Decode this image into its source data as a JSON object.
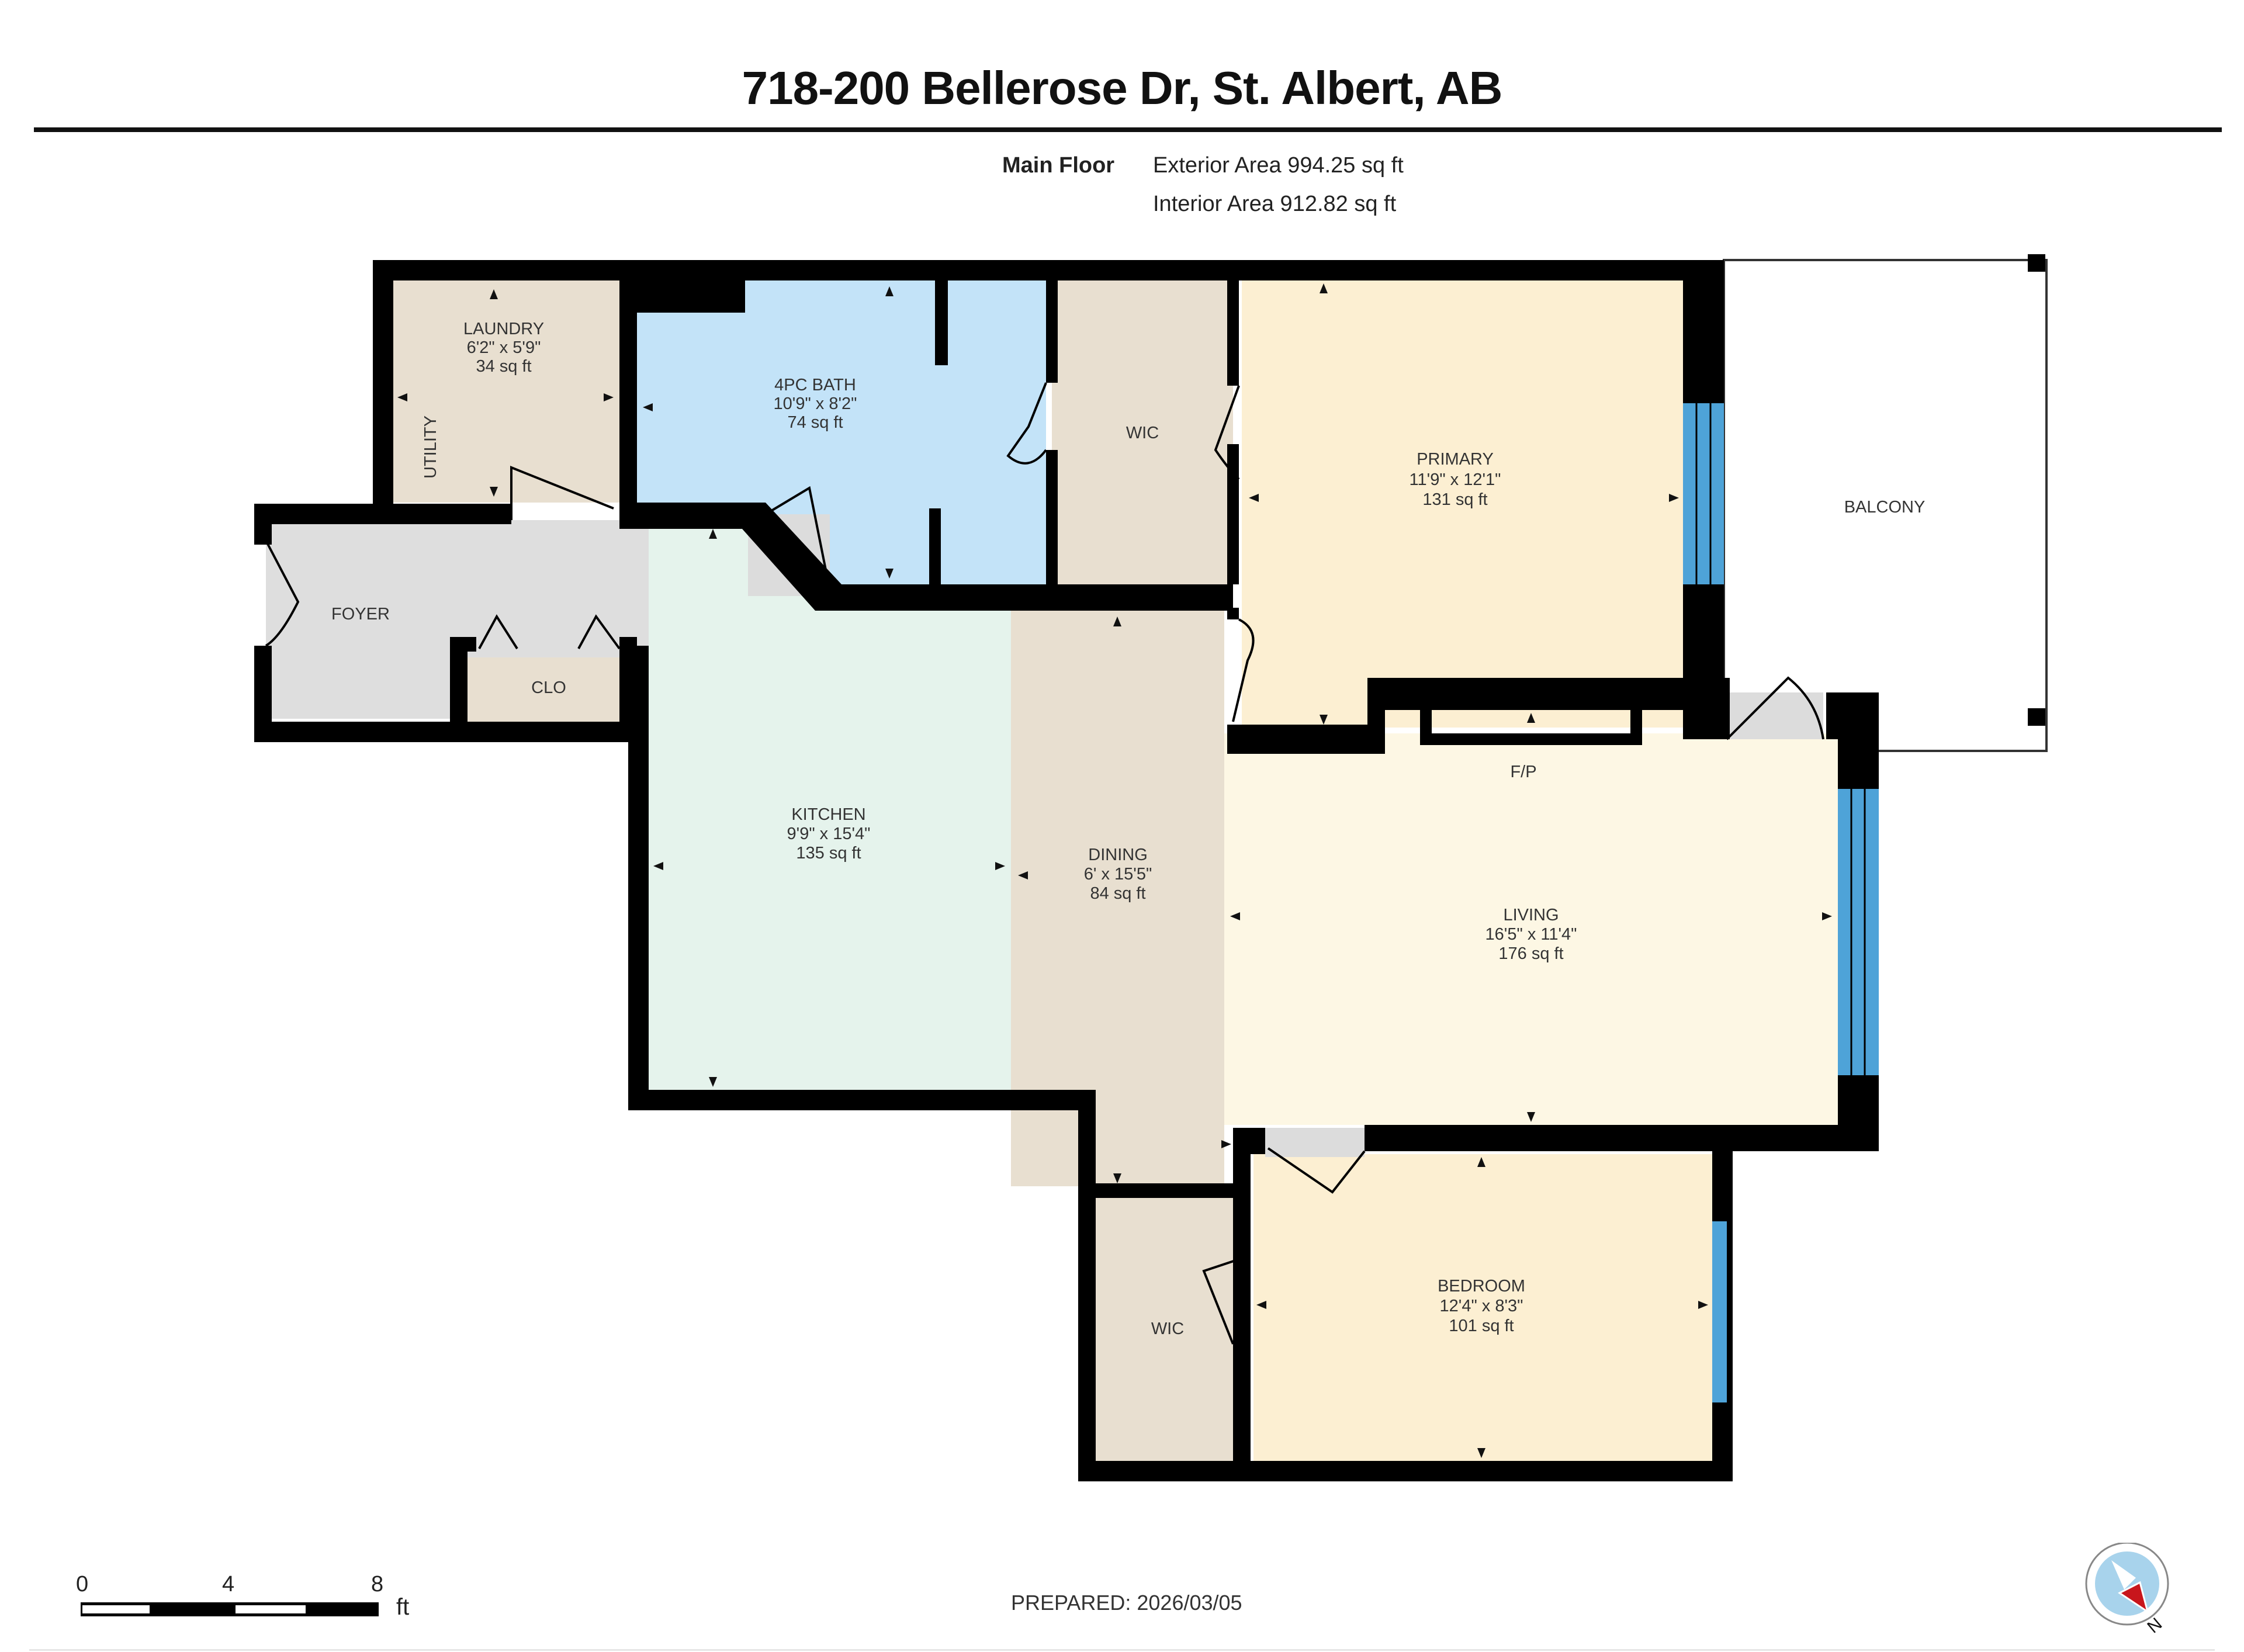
{
  "header": {
    "title": "718-200 Bellerose Dr, St. Albert, AB",
    "floor_label": "Main Floor",
    "exterior_area": "Exterior Area 994.25 sq ft",
    "interior_area": "Interior Area 912.82 sq ft"
  },
  "rooms": {
    "laundry": {
      "name": "LAUNDRY",
      "dims": "6'2\" x 5'9\"",
      "area": "34 sq ft",
      "color": "#e8dfd0"
    },
    "utility": {
      "name": "UTILITY"
    },
    "bath": {
      "name": "4PC BATH",
      "dims": "10'9\" x 8'2\"",
      "area": "74 sq ft",
      "color": "#c3e3f8"
    },
    "wic_primary": {
      "name": "WIC",
      "color": "#e8dfd0"
    },
    "primary": {
      "name": "PRIMARY",
      "dims": "11'9\" x 12'1\"",
      "area": "131 sq ft",
      "color": "#fcefd2"
    },
    "balcony": {
      "name": "BALCONY"
    },
    "foyer": {
      "name": "FOYER",
      "color": "#dedede"
    },
    "closet": {
      "name": "CLO",
      "color": "#e8dfd0"
    },
    "kitchen": {
      "name": "KITCHEN",
      "dims": "9'9\" x 15'4\"",
      "area": "135 sq ft",
      "color": "#e5f3ec"
    },
    "dining": {
      "name": "DINING",
      "dims": "6' x 15'5\"",
      "area": "84 sq ft",
      "color": "#e8dfd0"
    },
    "fireplace": {
      "name": "F/P"
    },
    "living": {
      "name": "LIVING",
      "dims": "16'5\" x 11'4\"",
      "area": "176 sq ft",
      "color": "#fdf7e4"
    },
    "wic_bedroom": {
      "name": "WIC",
      "color": "#e8dfd0"
    },
    "bedroom": {
      "name": "BEDROOM",
      "dims": "12'4\" x 8'3\"",
      "area": "101 sq ft",
      "color": "#fcefd2"
    }
  },
  "colors": {
    "wall": "#000000",
    "window": "#4ea3d8",
    "door_opening": "#dcdcdc"
  },
  "footer": {
    "prepared": "PREPARED: 2026/03/05",
    "scale": {
      "ticks": [
        "0",
        "4",
        "8"
      ],
      "unit": "ft"
    },
    "compass_label": "N"
  }
}
